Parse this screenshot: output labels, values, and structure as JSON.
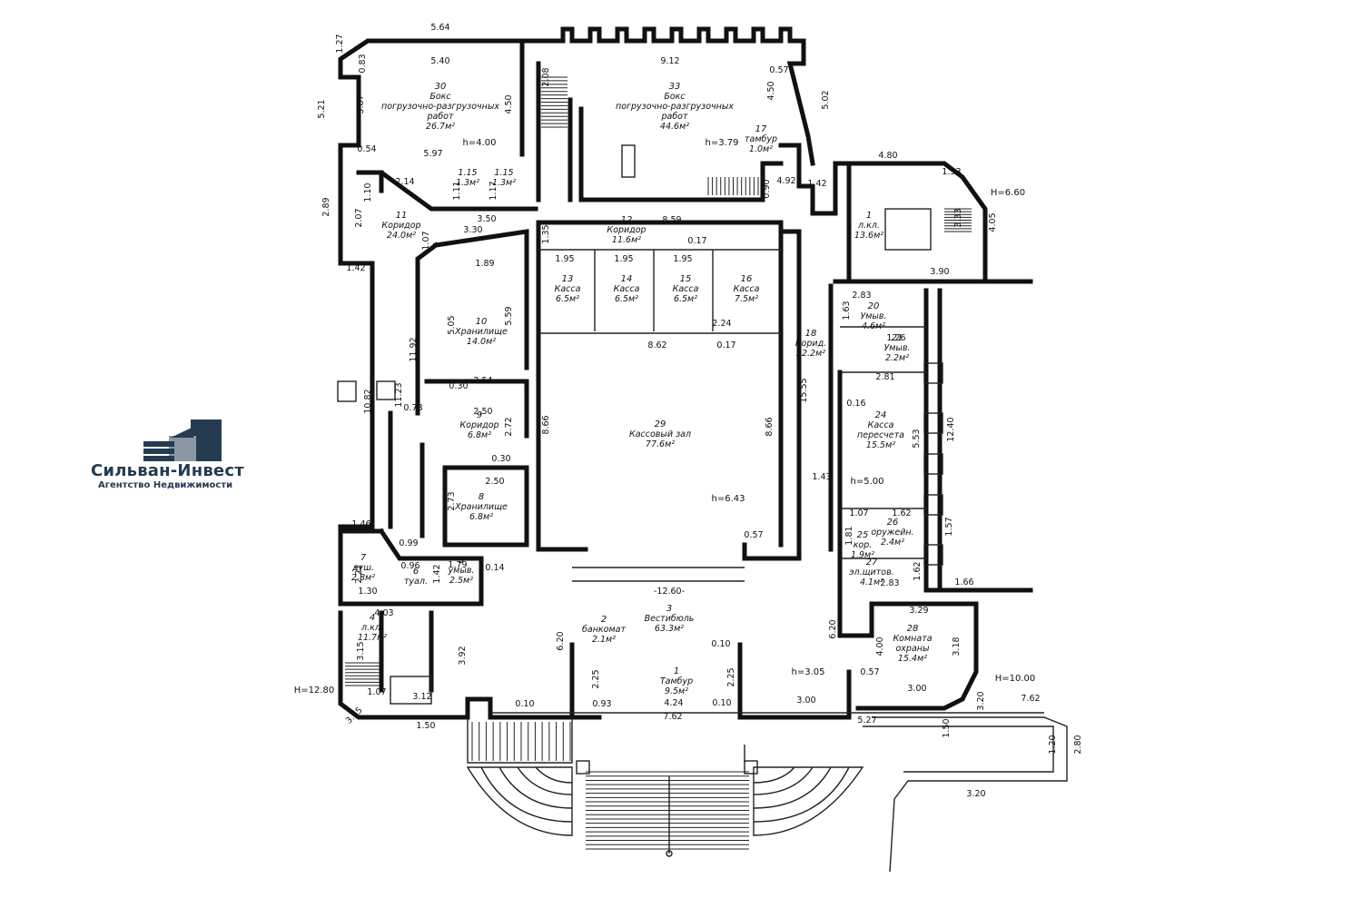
{
  "logo": {
    "name": "Сильван-Инвест",
    "subtitle": "Агентство Недвижимости",
    "color": "#243b52"
  },
  "rooms": [
    {
      "id": "r30",
      "num": "30",
      "lines": [
        "Бокс",
        "погрузочно-разгрузочных",
        "работ"
      ],
      "area": "26.7м²"
    },
    {
      "id": "r33",
      "num": "33",
      "lines": [
        "Бокс",
        "погрузочно-разгрузочных",
        "работ"
      ],
      "area": "44.6м²"
    },
    {
      "id": "r17",
      "num": "17",
      "lines": [
        "тамбур"
      ],
      "area": "1.0м²"
    },
    {
      "id": "r11",
      "num": "11",
      "lines": [
        "Коридор"
      ],
      "area": "24.0м²"
    },
    {
      "id": "r12",
      "num": "12",
      "lines": [
        "Коридор"
      ],
      "area": "11.6м²"
    },
    {
      "id": "r1a",
      "num": "1",
      "lines": [
        "л.кл."
      ],
      "area": "13.6м²"
    },
    {
      "id": "r13",
      "num": "13",
      "lines": [
        "Касса"
      ],
      "area": "6.5м²"
    },
    {
      "id": "r14",
      "num": "14",
      "lines": [
        "Касса"
      ],
      "area": "6.5м²"
    },
    {
      "id": "r15",
      "num": "15",
      "lines": [
        "Касса"
      ],
      "area": "6.5м²"
    },
    {
      "id": "r16",
      "num": "16",
      "lines": [
        "Касса"
      ],
      "area": "7.5м²"
    },
    {
      "id": "r10",
      "num": "10",
      "lines": [
        "Хранилище"
      ],
      "area": "14.0м²"
    },
    {
      "id": "r20",
      "num": "20",
      "lines": [
        "Умыв."
      ],
      "area": "4.6м²"
    },
    {
      "id": "r21",
      "num": "21",
      "lines": [
        "Умыв."
      ],
      "area": "2.2м²"
    },
    {
      "id": "r18",
      "num": "18",
      "lines": [
        "Корид."
      ],
      "area": "22.2м²"
    },
    {
      "id": "r29",
      "num": "29",
      "lines": [
        "Кассовый зал"
      ],
      "area": "77.6м²"
    },
    {
      "id": "r24",
      "num": "24",
      "lines": [
        "Касса",
        "пересчета"
      ],
      "area": "15.5м²"
    },
    {
      "id": "r9",
      "num": "9",
      "lines": [
        "Коридор"
      ],
      "area": "6.8м²"
    },
    {
      "id": "r8",
      "num": "8",
      "lines": [
        "Хранилище"
      ],
      "area": "6.8м²"
    },
    {
      "id": "r26",
      "num": "26",
      "lines": [
        "оружейн."
      ],
      "area": "2.4м²"
    },
    {
      "id": "r25",
      "num": "25",
      "lines": [
        "кор."
      ],
      "area": "1.9м²"
    },
    {
      "id": "r27",
      "num": "27",
      "lines": [
        "эл.щитов."
      ],
      "area": "4.1м²"
    },
    {
      "id": "r7",
      "num": "7",
      "lines": [
        "душ."
      ],
      "area": "2.8м²"
    },
    {
      "id": "r6",
      "num": "6",
      "lines": [
        "туал."
      ],
      "area": ""
    },
    {
      "id": "r5",
      "num": "5",
      "lines": [
        "умыв."
      ],
      "area": "2.5м²"
    },
    {
      "id": "r3",
      "num": "3",
      "lines": [
        "Вестибюль"
      ],
      "area": "63.3м²"
    },
    {
      "id": "r4",
      "num": "4",
      "lines": [
        "л.кл."
      ],
      "area": "11.7м²"
    },
    {
      "id": "r2",
      "num": "2",
      "lines": [
        "банкомат"
      ],
      "area": "2.1м²"
    },
    {
      "id": "r1b",
      "num": "1",
      "lines": [
        "Тамбур"
      ],
      "area": "9.5м²"
    },
    {
      "id": "r28",
      "num": "28",
      "lines": [
        "Комната",
        "охраны"
      ],
      "area": "15.4м²"
    },
    {
      "id": "r19a",
      "num": "",
      "lines": [
        "1.15"
      ],
      "area": "1.3м²"
    },
    {
      "id": "r19b",
      "num": "",
      "lines": [
        "1.15"
      ],
      "area": "1.3м²"
    }
  ],
  "heights": [
    "h=4.00",
    "h=3.79",
    "h=6.43",
    "h=3.05",
    "h=5.00",
    "Н=6.60",
    "Н=10.00",
    "Н=12.80"
  ],
  "dimensions": [
    "5.64",
    "5.40",
    "1.27",
    "0.83",
    "3.87",
    "5.21",
    "0.54",
    "5.97",
    "4.50",
    "2.08",
    "9.12",
    "0.57",
    "4.50",
    "5.02",
    "2.14",
    "1.10",
    "2.89",
    "2.07",
    "1.07",
    "3.50",
    "3.30",
    "1.35",
    "8.59",
    "4.80",
    "1.53",
    "1.42",
    "3.33",
    "4.05",
    "3.90",
    "1.95",
    "1.95",
    "1.95",
    "0.17",
    "1.89",
    "5.05",
    "5.59",
    "11.92",
    "11.23",
    "10.82",
    "1.42",
    "2.83",
    "1.63",
    "1.26",
    "2.24",
    "8.62",
    "0.17",
    "0.30",
    "2.54",
    "2.81",
    "0.78",
    "2.50",
    "2.72",
    "8.66",
    "8.66",
    "15.55",
    "0.16",
    "12.40",
    "5.53",
    "0.30",
    "2.50",
    "1.43",
    "2.73",
    "1.07",
    "1.62",
    "1.81",
    "1.57",
    "1.46",
    "0.99",
    "0.57",
    "1.79",
    "0.96",
    "0.14",
    "1.42",
    "1.62",
    "2.21",
    "1.30",
    "2.83",
    "1.66",
    "-12.60-",
    "4.03",
    "3.29",
    "6.20",
    "6.20",
    "0.10",
    "4.00",
    "3.18",
    "3.15",
    "3.92",
    "2.25",
    "0.10",
    "2.25",
    "0.57",
    "1.07",
    "3.12",
    "0.93",
    "4.24",
    "0.10",
    "3.00",
    "3.00",
    "3.20",
    "1.50",
    "7.62",
    "5.27",
    "7.62",
    "3.65",
    "1.50",
    "1.20",
    "2.80",
    "3.20",
    "4.92",
    "0.90",
    "1.11",
    "1.17",
    "1.17"
  ]
}
